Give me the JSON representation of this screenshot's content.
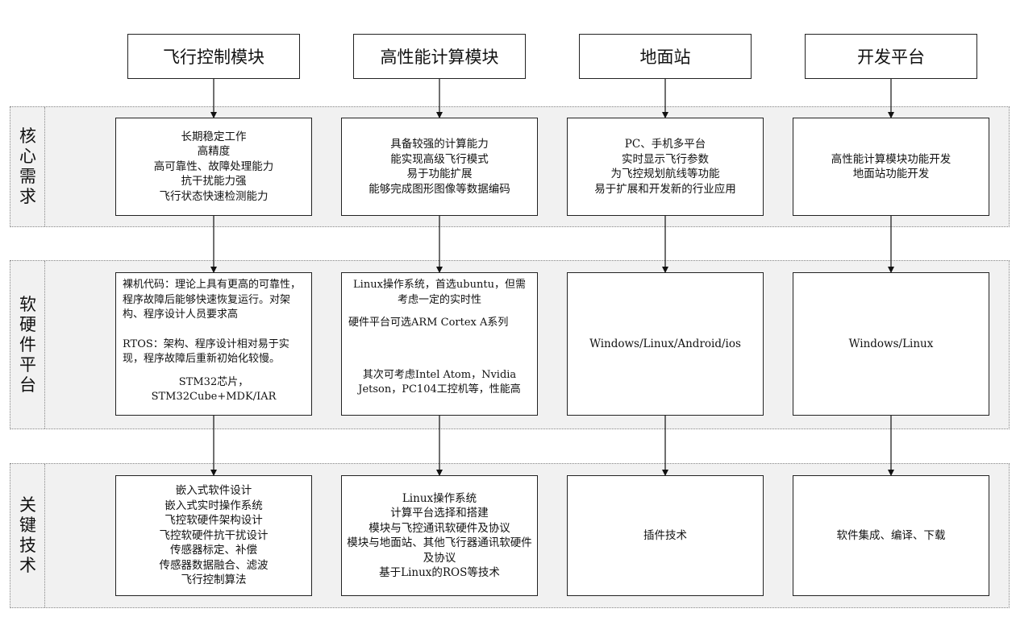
{
  "columns": [
    {
      "header": "飞行控制模块"
    },
    {
      "header": "高性能计算模块"
    },
    {
      "header": "地面站"
    },
    {
      "header": "开发平台"
    }
  ],
  "rows": [
    {
      "label": [
        "核",
        "心",
        "需",
        "求"
      ],
      "cells": [
        [
          "长期稳定工作",
          "高精度",
          "高可靠性、故障处理能力",
          "抗干扰能力强",
          "飞行状态快速检测能力"
        ],
        [
          "具备较强的计算能力",
          "能实现高级飞行模式",
          "易于功能扩展",
          "能够完成图形图像等数据编码"
        ],
        [
          "PC、手机多平台",
          "实时显示飞行参数",
          "为飞控规划航线等功能",
          "易于扩展和开发新的行业应用"
        ],
        [
          "高性能计算模块功能开发",
          "地面站功能开发"
        ]
      ]
    },
    {
      "label": [
        "软",
        "硬",
        "件",
        "平",
        "台"
      ],
      "cells": [
        [
          "裸机代码：理论上具有更高的可靠性，程序故障后能够快速恢复运行。对架构、程序设计人员要求高",
          "",
          "RTOS：架构、程序设计相对易于实现，程序故障后重新初始化较慢。",
          "",
          "STM32芯片，STM32Cube+MDK/IAR"
        ],
        [
          "Linux操作系统，首选ubuntu，但需考虑一定的实时性",
          "",
          "硬件平台可选ARM Cortex A系列",
          "",
          "",
          "其次可考虑Intel Atom，Nvidia Jetson，PC104工控机等，性能高"
        ],
        [
          "Windows/Linux/Android/ios"
        ],
        [
          "Windows/Linux"
        ]
      ]
    },
    {
      "label": [
        "关",
        "键",
        "技",
        "术"
      ],
      "cells": [
        [
          "嵌入式软件设计",
          "嵌入式实时操作系统",
          "飞控软硬件架构设计",
          "飞控软硬件抗干扰设计",
          "传感器标定、补偿",
          "传感器数据融合、滤波",
          "飞行控制算法"
        ],
        [
          "Linux操作系统",
          "计算平台选择和搭建",
          "模块与飞控通讯软硬件及协议",
          "模块与地面站、其他飞行器通讯软硬件及协议",
          "基于Linux的ROS等技术"
        ],
        [
          "插件技术"
        ],
        [
          "软件集成、编译、下载"
        ]
      ]
    }
  ]
}
